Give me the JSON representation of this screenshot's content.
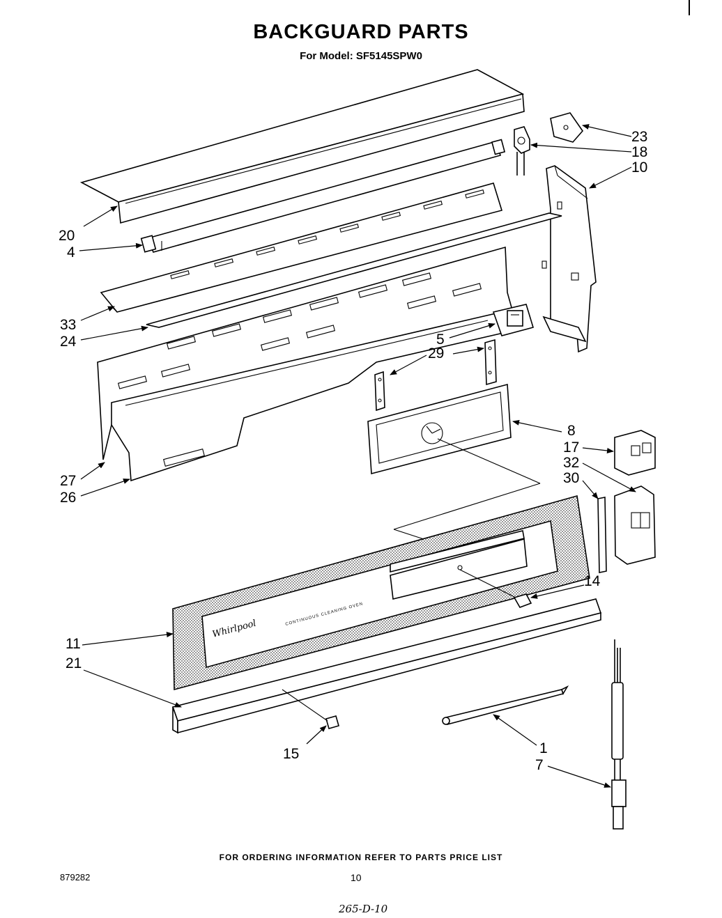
{
  "header": {
    "title": "BACKGUARD PARTS",
    "model": "For Model: SF5145SPW0"
  },
  "footer": {
    "ordering_note": "FOR ORDERING INFORMATION REFER TO PARTS PRICE LIST",
    "doc_number": "879282",
    "page_number": "10",
    "handwritten": "265-D-10"
  },
  "panel_text": {
    "brand": "Whirlpool",
    "caption": "CONTINUOUS CLEANING OVEN"
  },
  "callouts": [
    {
      "id": "23",
      "label": "23"
    },
    {
      "id": "18",
      "label": "18"
    },
    {
      "id": "10",
      "label": "10"
    },
    {
      "id": "20",
      "label": "20"
    },
    {
      "id": "4",
      "label": "4"
    },
    {
      "id": "33",
      "label": "33"
    },
    {
      "id": "24",
      "label": "24"
    },
    {
      "id": "5",
      "label": "5"
    },
    {
      "id": "29",
      "label": "29"
    },
    {
      "id": "8",
      "label": "8"
    },
    {
      "id": "17",
      "label": "17"
    },
    {
      "id": "32",
      "label": "32"
    },
    {
      "id": "30",
      "label": "30"
    },
    {
      "id": "27",
      "label": "27"
    },
    {
      "id": "26",
      "label": "26"
    },
    {
      "id": "14",
      "label": "14"
    },
    {
      "id": "11",
      "label": "11"
    },
    {
      "id": "21",
      "label": "21"
    },
    {
      "id": "15",
      "label": "15"
    },
    {
      "id": "1",
      "label": "1"
    },
    {
      "id": "7",
      "label": "7"
    }
  ]
}
